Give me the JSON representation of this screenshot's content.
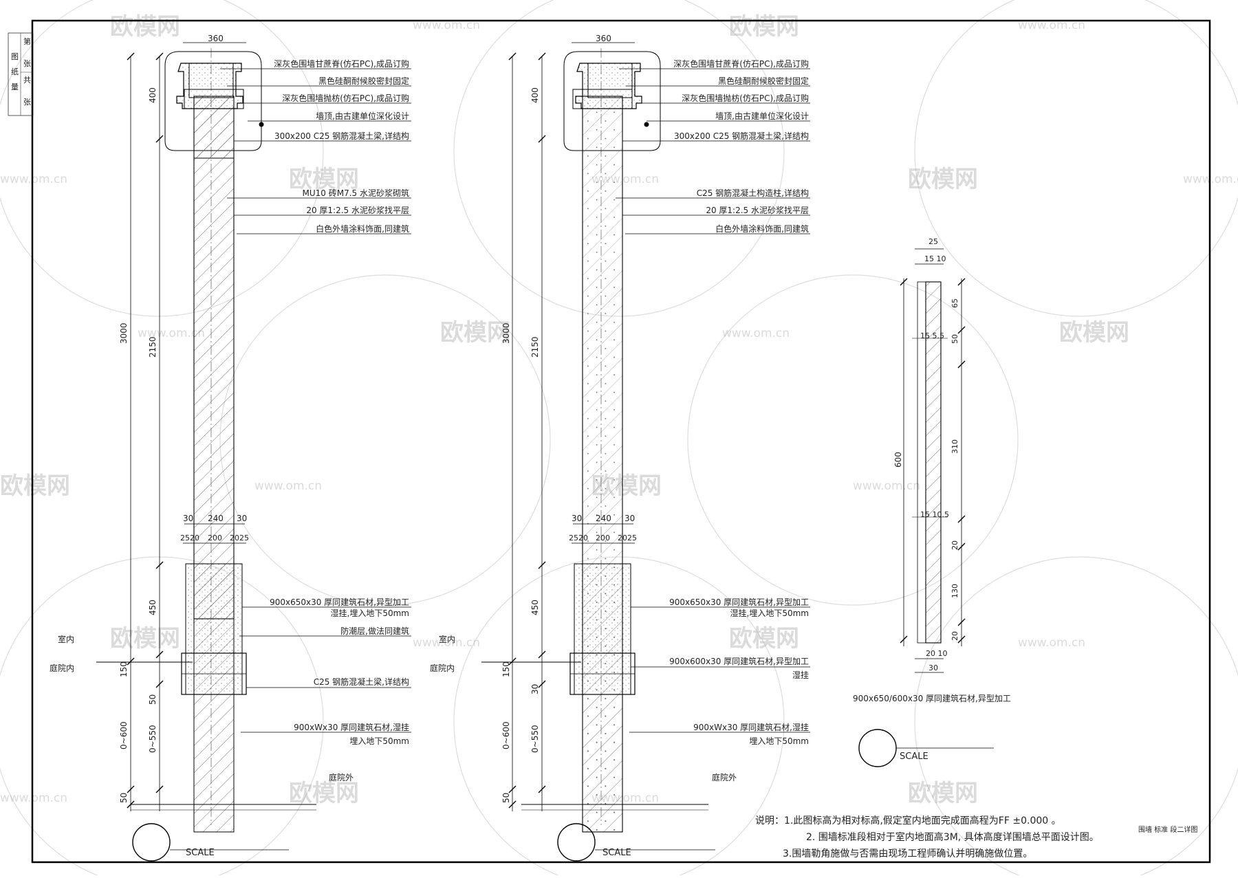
{
  "title_block": {
    "labels": [
      "图",
      "纸",
      "量",
      "第",
      "张",
      "共",
      "张"
    ]
  },
  "watermark": {
    "text": "欧模网",
    "url": "www.om.cn"
  },
  "section_a": {
    "dims": {
      "top_width": "360",
      "cap": "400",
      "wall": "2150",
      "total": "3000",
      "base": "450",
      "plinth": "150",
      "foot": "50",
      "embed": "0~600",
      "embed2": "0~550",
      "bottom": "50",
      "w_row1": [
        "30",
        "240",
        "30"
      ],
      "w_row2": [
        "25",
        "20",
        "200",
        "20",
        "25"
      ]
    },
    "notes": [
      "深灰色围墙甘蔗脊(仿石PC),成品订购",
      "黑色硅酮耐候胶密封固定",
      "深灰色围墙抛枋(仿石PC),成品订购",
      "墙顶,由古建单位深化设计",
      "300x200 C25    钢筋混凝土梁,详结构",
      "MU10  砖M7.5 水泥砂浆砌筑",
      "20 厚1:2.5 水泥砂浆找平层",
      "白色外墙涂料饰面,同建筑",
      "900x650x30    厚同建筑石材,异型加工",
      "湿挂,埋入地下50mm",
      "防潮层,做法同建筑",
      "C25 钢筋混凝土梁,详结构",
      "900xWx30    厚同建筑石材,湿挂",
      "埋入地下50mm"
    ],
    "labels": {
      "indoor": "室内",
      "yard_in": "庭院内",
      "yard_out": "庭院外",
      "scale": "SCALE"
    }
  },
  "section_b": {
    "dims": {
      "top_width": "360",
      "cap": "400",
      "wall": "2150",
      "total": "3000",
      "base": "450",
      "plinth": "150",
      "foot": "30",
      "embed": "0~600",
      "embed2": "0~550",
      "bottom": "50",
      "w_row1": [
        "30",
        "240",
        "30"
      ],
      "w_row2": [
        "25",
        "20",
        "200",
        "20",
        "25"
      ]
    },
    "notes": [
      "深灰色围墙甘蔗脊(仿石PC),成品订购",
      "黑色硅酮耐候胶密封固定",
      "深灰色围墙抛枋(仿石PC),成品订购",
      "墙顶,由古建单位深化设计",
      "300x200 C25    钢筋混凝土梁,详结构",
      "C25 钢筋混凝土构造柱,详结构",
      "20 厚1:2.5 水泥砂浆找平层",
      "白色外墙涂料饰面,同建筑",
      "900x650x30    厚同建筑石材,异型加工",
      "湿挂,埋入地下50mm",
      "900x600x30    厚同建筑石材,异型加工",
      "湿挂",
      "900xWx30    厚同建筑石材,湿挂",
      "埋入地下50mm"
    ],
    "labels": {
      "indoor": "室内",
      "yard_in": "庭院内",
      "yard_out": "庭院外",
      "scale": "SCALE"
    }
  },
  "detail_c": {
    "dims": {
      "top": "25",
      "top_split": "15 10",
      "total": "600",
      "seg1": "65",
      "mid1": "15  5.5",
      "seg2": "50",
      "seg3": "310",
      "mid2": "15  10.5",
      "seg4": "20",
      "seg5": "130",
      "seg6": "20",
      "bottom_split": "20 10",
      "bottom": "30"
    },
    "caption": "900x650/600x30      厚同建筑石材,异型加工",
    "scale": "SCALE"
  },
  "notes_block": {
    "lines": [
      "说明：1.此图标高为相对标高,假定室内地面完成面高程为FF ±0.000  。",
      "2.    围墙标准段相对于室内地面高3M, 具体高度详围墙总平面设计图。",
      "3.围墙勒角施做与否需由现场工程师确认并明确施做位置。"
    ],
    "drawing_id": "围墙 标准 段二详图"
  }
}
